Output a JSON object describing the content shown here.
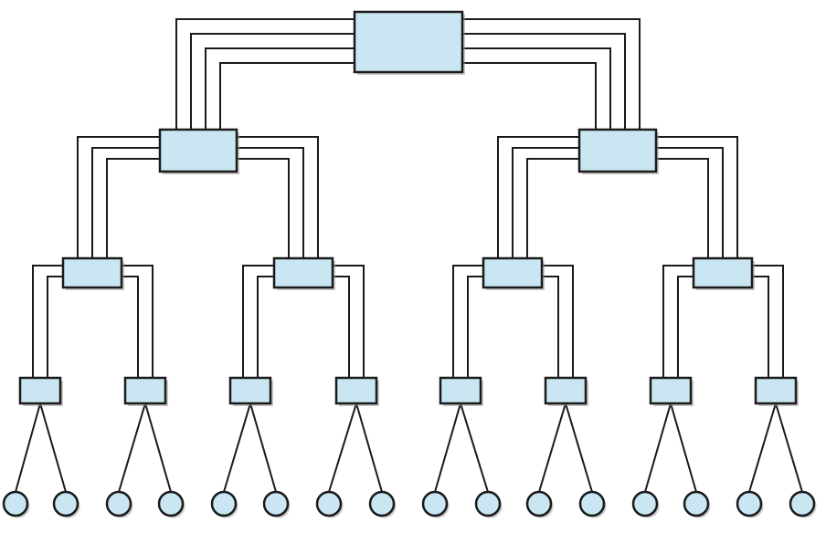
{
  "diagram": {
    "type": "fat-tree",
    "levels": 4,
    "switches_per_level": [
      1,
      2,
      4,
      8
    ],
    "links_per_edge_by_level": [
      4,
      3,
      2,
      1
    ],
    "leaf_links": 1,
    "leaf_nodes": 16
  },
  "colors": {
    "background": "#ffffff",
    "switch_fill": "#c9e6f2",
    "stroke": "#1a1a1a",
    "shadow": "#9a9a9a"
  }
}
